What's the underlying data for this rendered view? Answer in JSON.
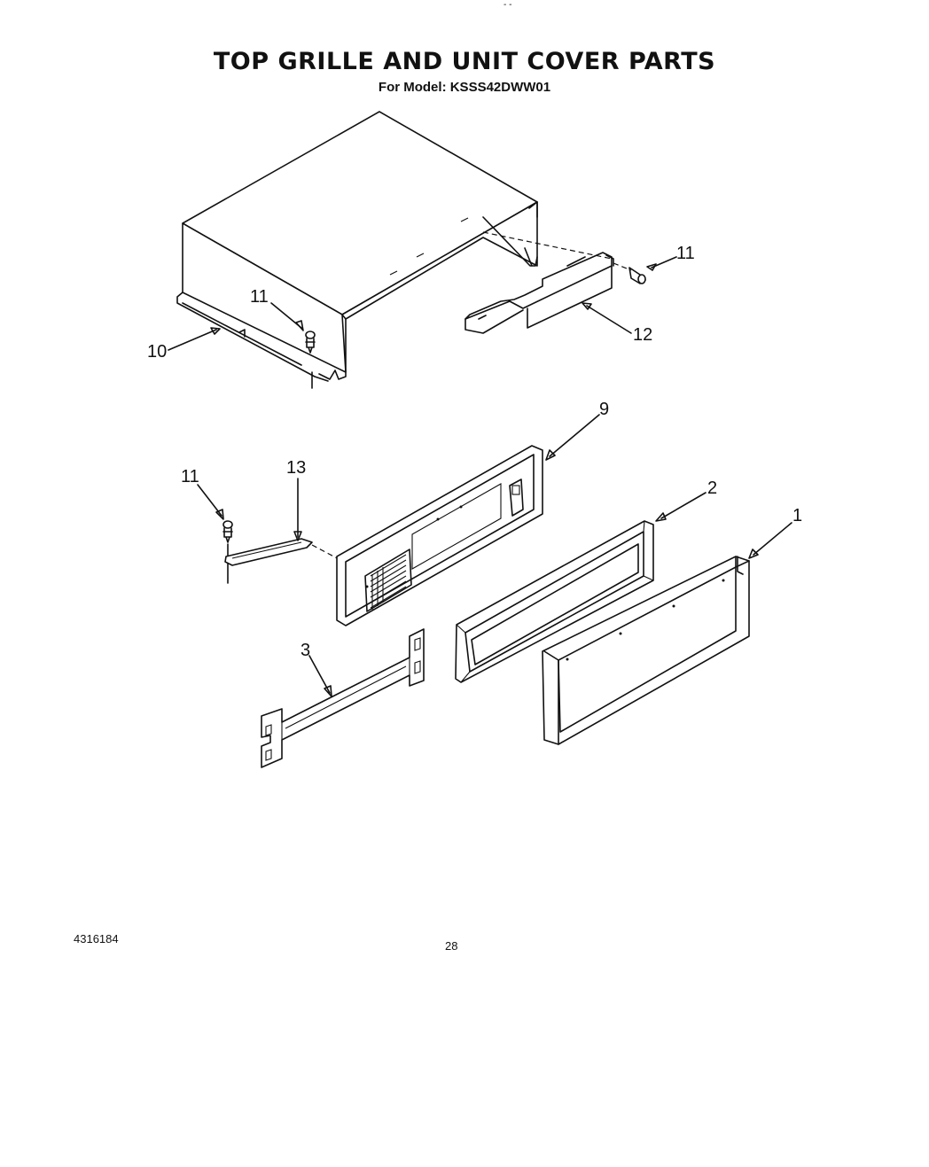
{
  "header": {
    "title": "TOP GRILLE AND UNIT COVER PARTS",
    "subtitle": "For Model: KSSS42DWW01"
  },
  "top_mark": "- -",
  "footer": {
    "code": "4316184",
    "page": "28"
  },
  "callouts": {
    "c1": "1",
    "c2": "2",
    "c3": "3",
    "c9": "9",
    "c10": "10",
    "c11a": "11",
    "c11b": "11",
    "c11c": "11",
    "c12": "12",
    "c13": "13"
  }
}
